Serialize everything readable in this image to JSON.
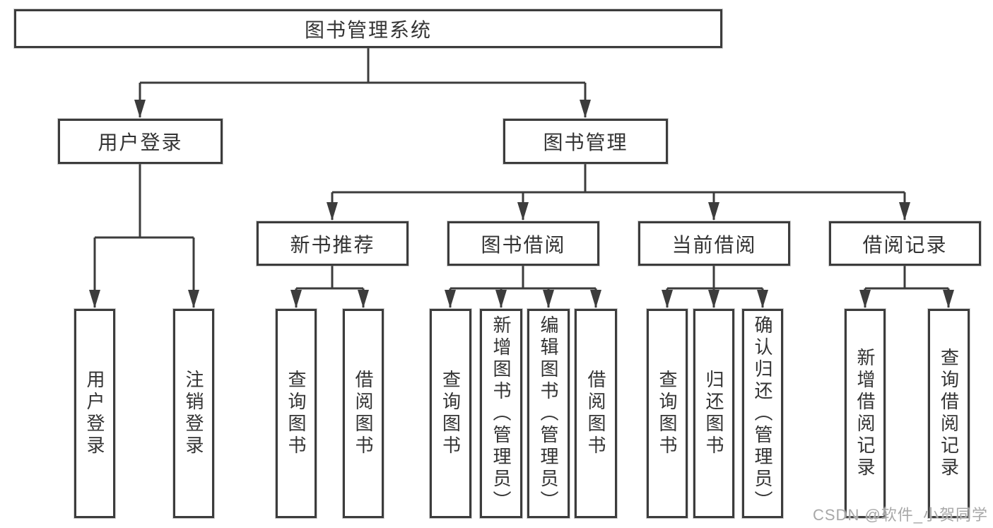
{
  "diagram": {
    "root": {
      "label": "图书管理系统"
    },
    "branches": [
      {
        "label": "用户登录",
        "children": [
          {
            "label": "用户登录"
          },
          {
            "label": "注销登录"
          }
        ]
      },
      {
        "label": "图书管理",
        "children": [
          {
            "label": "新书推荐",
            "children": [
              {
                "label": "查询图书"
              },
              {
                "label": "借阅图书"
              }
            ]
          },
          {
            "label": "图书借阅",
            "children": [
              {
                "label": "查询图书"
              },
              {
                "label": "新增图书（管理员）"
              },
              {
                "label": "编辑图书（管理员）"
              },
              {
                "label": "借阅图书"
              }
            ]
          },
          {
            "label": "当前借阅",
            "children": [
              {
                "label": "查询图书"
              },
              {
                "label": "归还图书"
              },
              {
                "label": "确认归还（管理员）"
              }
            ]
          },
          {
            "label": "借阅记录",
            "children": [
              {
                "label": "新增借阅记录"
              },
              {
                "label": "查询借阅记录"
              }
            ]
          }
        ]
      }
    ]
  },
  "watermark": "CSDN @软件_小贺同学",
  "colors": {
    "line": "#3c3c3c",
    "text": "#333333",
    "watermark": "#a8a8a8",
    "background": "#ffffff"
  }
}
